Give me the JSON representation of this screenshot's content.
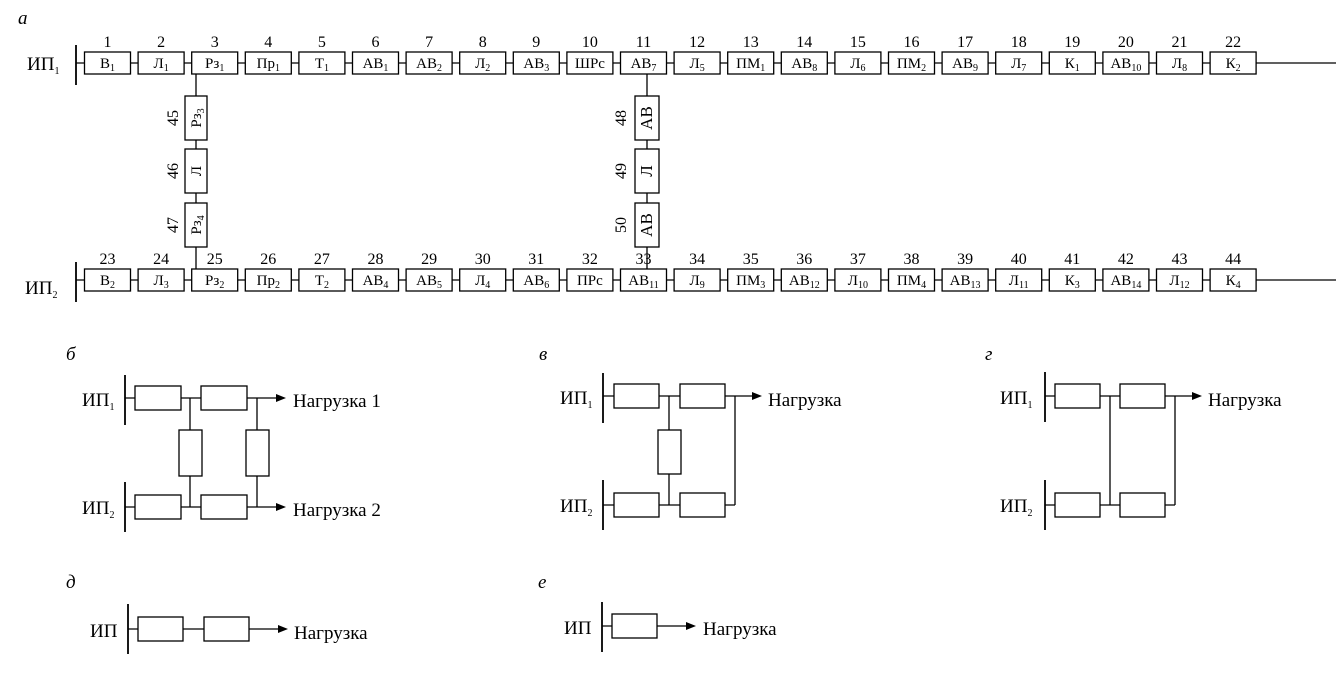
{
  "panel_labels": {
    "a": "а",
    "b": "б",
    "v": "в",
    "g": "г",
    "d": "д",
    "e": "е"
  },
  "main": {
    "source_top": {
      "base": "ИП",
      "sub": "1"
    },
    "source_bottom": {
      "base": "ИП",
      "sub": "2"
    },
    "top_row": [
      {
        "num": "1",
        "base": "В",
        "sub": "1"
      },
      {
        "num": "2",
        "base": "Л",
        "sub": "1"
      },
      {
        "num": "3",
        "base": "Рз",
        "sub": "1"
      },
      {
        "num": "4",
        "base": "Пр",
        "sub": "1"
      },
      {
        "num": "5",
        "base": "Т",
        "sub": "1"
      },
      {
        "num": "6",
        "base": "АВ",
        "sub": "1"
      },
      {
        "num": "7",
        "base": "АВ",
        "sub": "2"
      },
      {
        "num": "8",
        "base": "Л",
        "sub": "2"
      },
      {
        "num": "9",
        "base": "АВ",
        "sub": "3"
      },
      {
        "num": "10",
        "base": "ШРс",
        "sub": ""
      },
      {
        "num": "11",
        "base": "АВ",
        "sub": "7"
      },
      {
        "num": "12",
        "base": "Л",
        "sub": "5"
      },
      {
        "num": "13",
        "base": "ПМ",
        "sub": "1"
      },
      {
        "num": "14",
        "base": "АВ",
        "sub": "8"
      },
      {
        "num": "15",
        "base": "Л",
        "sub": "6"
      },
      {
        "num": "16",
        "base": "ПМ",
        "sub": "2"
      },
      {
        "num": "17",
        "base": "АВ",
        "sub": "9"
      },
      {
        "num": "18",
        "base": "Л",
        "sub": "7"
      },
      {
        "num": "19",
        "base": "К",
        "sub": "1"
      },
      {
        "num": "20",
        "base": "АВ",
        "sub": "10"
      },
      {
        "num": "21",
        "base": "Л",
        "sub": "8"
      },
      {
        "num": "22",
        "base": "К",
        "sub": "2"
      }
    ],
    "bottom_row": [
      {
        "num": "23",
        "base": "В",
        "sub": "2"
      },
      {
        "num": "24",
        "base": "Л",
        "sub": "3"
      },
      {
        "num": "25",
        "base": "Рз",
        "sub": "2"
      },
      {
        "num": "26",
        "base": "Пр",
        "sub": "2"
      },
      {
        "num": "27",
        "base": "Т",
        "sub": "2"
      },
      {
        "num": "28",
        "base": "АВ",
        "sub": "4"
      },
      {
        "num": "29",
        "base": "АВ",
        "sub": "5"
      },
      {
        "num": "30",
        "base": "Л",
        "sub": "4"
      },
      {
        "num": "31",
        "base": "АВ",
        "sub": "6"
      },
      {
        "num": "32",
        "base": "ПРс",
        "sub": ""
      },
      {
        "num": "33",
        "base": "АВ",
        "sub": "11"
      },
      {
        "num": "34",
        "base": "Л",
        "sub": "9"
      },
      {
        "num": "35",
        "base": "ПМ",
        "sub": "3"
      },
      {
        "num": "36",
        "base": "АВ",
        "sub": "12"
      },
      {
        "num": "37",
        "base": "Л",
        "sub": "10"
      },
      {
        "num": "38",
        "base": "ПМ",
        "sub": "4"
      },
      {
        "num": "39",
        "base": "АВ",
        "sub": "13"
      },
      {
        "num": "40",
        "base": "Л",
        "sub": "11"
      },
      {
        "num": "41",
        "base": "К",
        "sub": "3"
      },
      {
        "num": "42",
        "base": "АВ",
        "sub": "14"
      },
      {
        "num": "43",
        "base": "Л",
        "sub": "12"
      },
      {
        "num": "44",
        "base": "К",
        "sub": "4"
      }
    ],
    "left_link": [
      {
        "num": "45",
        "base": "Рз",
        "sub": "3"
      },
      {
        "num": "46",
        "base": "Л",
        "sub": ""
      },
      {
        "num": "47",
        "base": "Рз",
        "sub": "4"
      }
    ],
    "right_link": [
      {
        "num": "48",
        "base": "АВ",
        "sub": ""
      },
      {
        "num": "49",
        "base": "Л",
        "sub": ""
      },
      {
        "num": "50",
        "base": "АВ",
        "sub": ""
      }
    ]
  },
  "small": {
    "src1": "ИП",
    "src1_sub": "1",
    "src2": "ИП",
    "src2_sub": "2",
    "src": "ИП",
    "load1": "Нагрузка 1",
    "load2": "Нагрузка 2",
    "load": "Нагрузка"
  }
}
